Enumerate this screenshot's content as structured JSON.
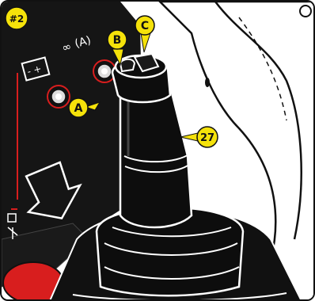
{
  "figure_ref": "#2",
  "callouts": {
    "a": "A",
    "b": "B",
    "c": "C",
    "joystick": "27"
  },
  "panel_symbols": {
    "battery": "- +",
    "mode": "(A)"
  },
  "colors": {
    "callout_fill": "#f5e20a",
    "panel": "#151515",
    "joystick": "#0d0d0d",
    "accent_red": "#d81e1e",
    "outline": "#111111"
  }
}
